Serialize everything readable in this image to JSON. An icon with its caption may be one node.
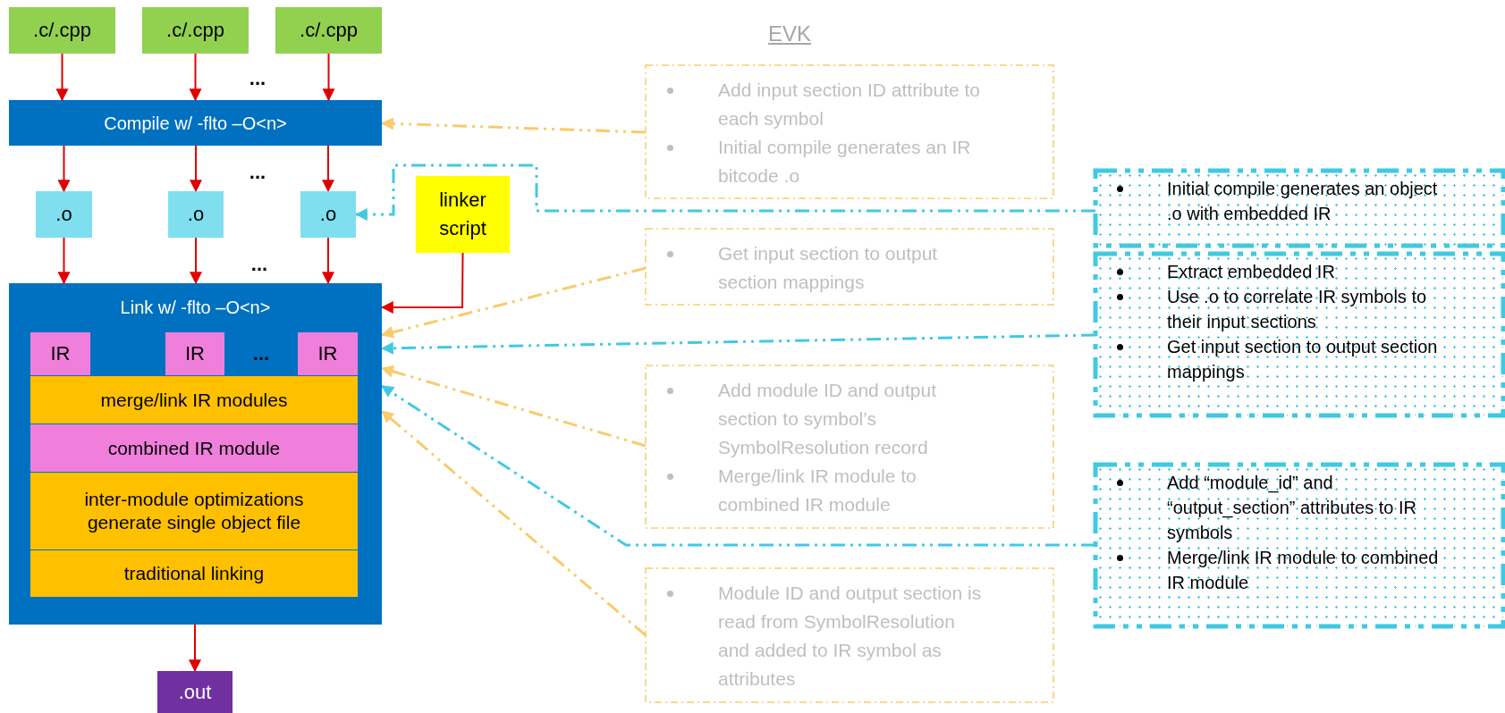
{
  "diagram": {
    "nodes": [
      {
        "text": [
          ".c/.cpp"
        ]
      },
      {
        "text": [
          ".c/.cpp"
        ]
      },
      {
        "text": [
          ".c/.cpp"
        ]
      },
      {
        "text": [
          "Compile w/ -flto –O<n>"
        ]
      },
      {
        "text": [
          ".o"
        ]
      },
      {
        "text": [
          ".o"
        ]
      },
      {
        "text": [
          ".o"
        ]
      },
      {
        "text": [
          "linker script"
        ]
      },
      {
        "text": [
          "Link w/ -flto –O<n>"
        ]
      },
      {
        "text": [
          "IR"
        ],
        "in": 8
      },
      {
        "text": [
          "IR"
        ],
        "in": 8
      },
      {
        "text": [
          "IR"
        ],
        "in": 8
      },
      {
        "text": [
          "merge/link IR modules"
        ],
        "in": 8
      },
      {
        "text": [
          "combined IR module"
        ],
        "in": 8
      },
      {
        "text": [
          "inter-module optimizations",
          "generate single object file"
        ],
        "in": 8
      },
      {
        "text": [
          "traditional linking"
        ],
        "in": 8
      },
      {
        "text": [
          ".out"
        ]
      },
      {
        "text": [
          "Add input section ID attribute to each symbol",
          "Initial compile generates an IR bitcode .o"
        ]
      },
      {
        "text": [
          "Get input section to output section mappings"
        ]
      },
      {
        "text": [
          "Add module ID and output section to symbol’s SymbolResolution record",
          "Merge/link IR module to combined IR module"
        ]
      },
      {
        "text": [
          "Module ID and output section is read from SymbolResolution and added to IR symbol as attributes"
        ]
      },
      {
        "text": [
          "Initial compile generates an object .o with embedded IR"
        ]
      },
      {
        "text": [
          "Extract embedded IR",
          "Use .o to correlate IR symbols to their input sections",
          "Get input section to output section mappings"
        ]
      },
      {
        "text": [
          "Add “module_id” and “output_section” attributes to IR symbols",
          "Merge/link IR module to combined IR module"
        ]
      }
    ],
    "edges": [
      {
        "from": 0,
        "to": 3,
        "arrow": "to"
      },
      {
        "from": 1,
        "to": 3,
        "arrow": "to"
      },
      {
        "from": 2,
        "to": 3,
        "arrow": "to"
      },
      {
        "from": 3,
        "to": 4,
        "arrow": "to"
      },
      {
        "from": 3,
        "to": 5,
        "arrow": "to"
      },
      {
        "from": 3,
        "to": 6,
        "arrow": "to"
      },
      {
        "from": 4,
        "to": 8,
        "arrow": "to"
      },
      {
        "from": 5,
        "to": 8,
        "arrow": "to"
      },
      {
        "from": 6,
        "to": 8,
        "arrow": "to"
      },
      {
        "from": 7,
        "to": 8,
        "arrow": "to"
      },
      {
        "from": 8,
        "to": 16,
        "arrow": "to"
      },
      {
        "from": 17,
        "to": 3,
        "arrow": "to",
        "style": "dashed",
        "color": "#f9cb6b"
      },
      {
        "from": 18,
        "to": 8,
        "arrow": "to",
        "style": "dashed",
        "color": "#f9cb6b"
      },
      {
        "from": 19,
        "to": 8,
        "arrow": "to",
        "style": "dashed",
        "color": "#f9cb6b"
      },
      {
        "from": 20,
        "to": 8,
        "arrow": "to",
        "style": "dashed",
        "color": "#f9cb6b"
      },
      {
        "from": 21,
        "to": 6,
        "arrow": "to",
        "style": "dashed",
        "color": "#41c9e2"
      },
      {
        "from": 22,
        "to": 8,
        "arrow": "to",
        "style": "dashed",
        "color": "#41c9e2"
      },
      {
        "from": 23,
        "to": 8,
        "arrow": "to",
        "style": "dashed",
        "color": "#41c9e2"
      }
    ],
    "labels": [
      "EVK",
      "...",
      "...",
      "...",
      "..."
    ]
  }
}
